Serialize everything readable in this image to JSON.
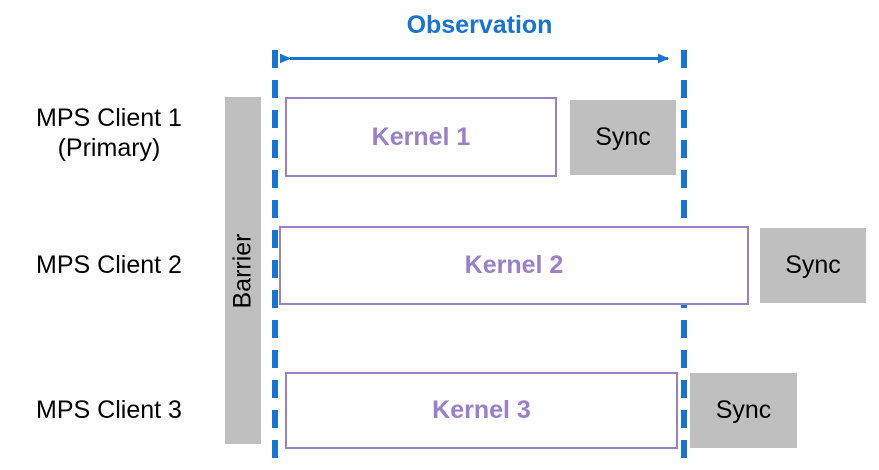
{
  "diagram": {
    "title": "Observation",
    "colors": {
      "accent_blue": "#1874cd",
      "kernel_purple": "#9b7fc7",
      "kernel_border": "#9a80c4",
      "gray_block": "#bfbfbf",
      "text_black": "#000000",
      "background": "#ffffff"
    },
    "observation": {
      "label": "Observation",
      "arrow_type": "double-headed-horizontal"
    },
    "barrier": {
      "label": "Barrier",
      "orientation": "vertical"
    },
    "rows": [
      {
        "label": "MPS Client 1\n(Primary)",
        "kernel": "Kernel 1",
        "sync": "Sync"
      },
      {
        "label": "MPS Client 2",
        "kernel": "Kernel 2",
        "sync": "Sync"
      },
      {
        "label": "MPS Client 3",
        "kernel": "Kernel 3",
        "sync": "Sync"
      }
    ]
  }
}
